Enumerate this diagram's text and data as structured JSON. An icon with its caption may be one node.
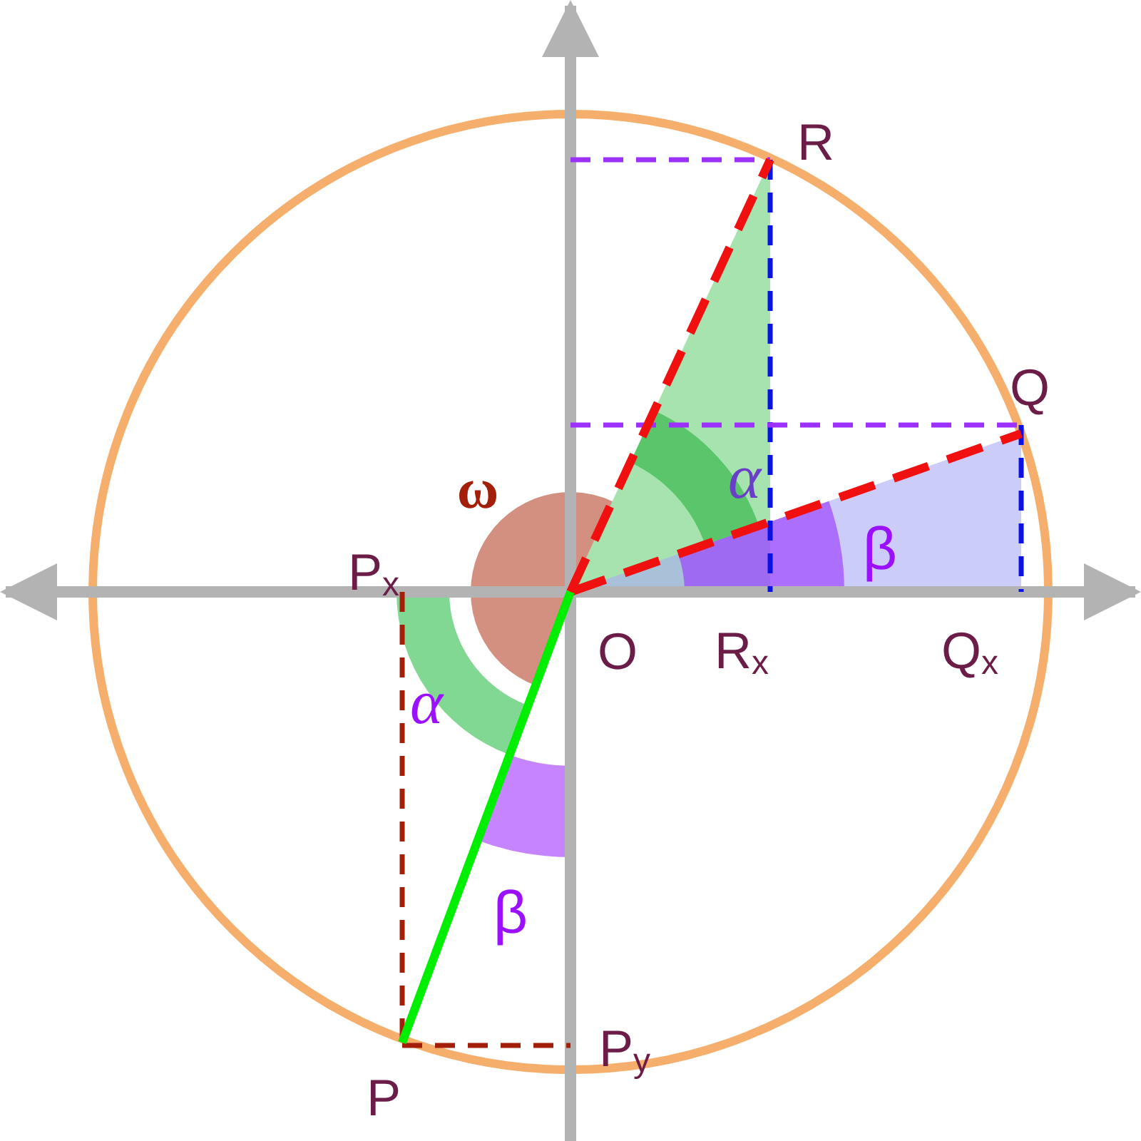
{
  "diagram": {
    "labels": [
      "R",
      "Q",
      "ω",
      "α",
      "P$_{x}$",
      "β",
      "O",
      "R$_{x}$",
      "Q$_{x}$",
      "α",
      "β",
      "P$_{y}$",
      "P"
    ]
  }
}
